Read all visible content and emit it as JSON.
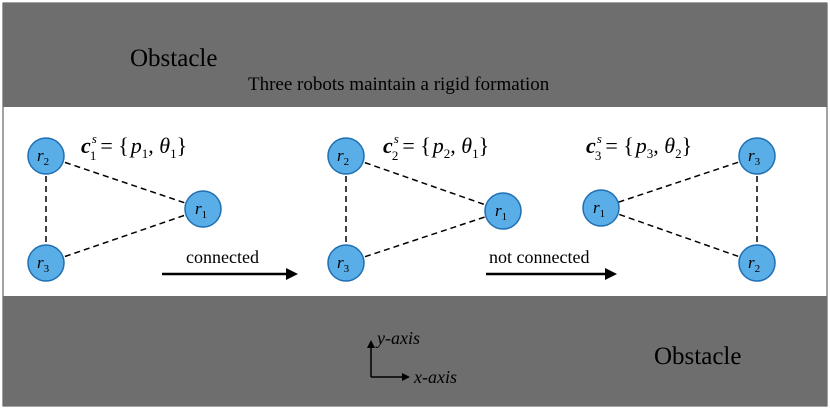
{
  "colors": {
    "obstacle_fill": "#6e6e6e",
    "node_fill": "#5aaee8",
    "node_stroke": "#1f6fb2",
    "line": "#000000"
  },
  "top_obstacle": {
    "label": "Obstacle",
    "caption": "Three robots maintain a rigid formation"
  },
  "bottom_obstacle": {
    "label": "Obstacle"
  },
  "axes": {
    "y_label": "y-axis",
    "x_label": "x-axis"
  },
  "transitions": [
    {
      "label": "connected"
    },
    {
      "label": "not connected"
    }
  ],
  "formations": [
    {
      "config": {
        "c_sub": "1",
        "c_sup": "s",
        "p_sub": "1",
        "theta_sub": "1"
      },
      "robots": [
        {
          "letter": "r",
          "sub": "2"
        },
        {
          "letter": "r",
          "sub": "1"
        },
        {
          "letter": "r",
          "sub": "3"
        }
      ]
    },
    {
      "config": {
        "c_sub": "2",
        "c_sup": "s",
        "p_sub": "2",
        "theta_sub": "1"
      },
      "robots": [
        {
          "letter": "r",
          "sub": "2"
        },
        {
          "letter": "r",
          "sub": "1"
        },
        {
          "letter": "r",
          "sub": "3"
        }
      ]
    },
    {
      "config": {
        "c_sub": "3",
        "c_sup": "s",
        "p_sub": "3",
        "theta_sub": "2"
      },
      "robots": [
        {
          "letter": "r",
          "sub": "3"
        },
        {
          "letter": "r",
          "sub": "1"
        },
        {
          "letter": "r",
          "sub": "2"
        }
      ]
    }
  ]
}
